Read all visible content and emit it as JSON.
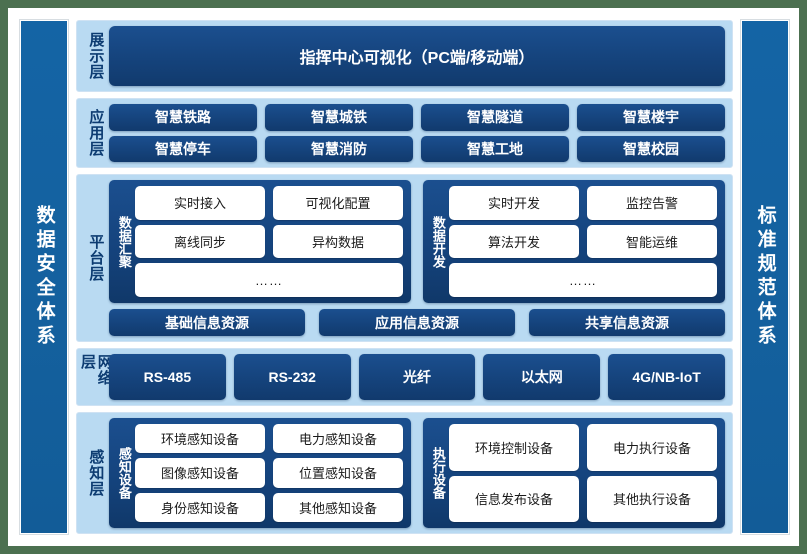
{
  "sidebars": {
    "left": "数据安全体系",
    "right": "标准规范体系"
  },
  "layers": {
    "presentation": {
      "label": "展示层",
      "hero": "指挥中心可视化（PC端/移动端）"
    },
    "application": {
      "label": "应用层",
      "row1": [
        "智慧铁路",
        "智慧城铁",
        "智慧隧道",
        "智慧楼宇"
      ],
      "row2": [
        "智慧停车",
        "智慧消防",
        "智慧工地",
        "智慧校园"
      ]
    },
    "platform": {
      "label": "平台层",
      "groups": [
        {
          "label": "数据汇聚",
          "row1": [
            "实时接入",
            "可视化配置"
          ],
          "row2": [
            "离线同步",
            "异构数据"
          ],
          "row3": "……"
        },
        {
          "label": "数据开发",
          "row1": [
            "实时开发",
            "监控告警"
          ],
          "row2": [
            "算法开发",
            "智能运维"
          ],
          "row3": "……"
        }
      ],
      "resources": [
        "基础信息资源",
        "应用信息资源",
        "共享信息资源"
      ]
    },
    "network": {
      "label": "网络层",
      "items": [
        "RS-485",
        "RS-232",
        "光纤",
        "以太网",
        "4G/NB-IoT"
      ]
    },
    "perception": {
      "label": "感知层",
      "groups": [
        {
          "label": "感知设备",
          "row1": [
            "环境感知设备",
            "电力感知设备"
          ],
          "row2": [
            "图像感知设备",
            "位置感知设备"
          ],
          "row3": [
            "身份感知设备",
            "其他感知设备"
          ]
        },
        {
          "label": "执行设备",
          "row1": [
            "环境控制设备",
            "电力执行设备"
          ],
          "row2": [
            "信息发布设备",
            "其他执行设备"
          ]
        }
      ]
    }
  },
  "colors": {
    "page_background": "#4c7050",
    "frame_background": "#ffffff",
    "sidebar_blue": "#1464a5",
    "layer_panel_blue": "#b9daf2",
    "pill_navy": "#15437c",
    "chip_white": "#ffffff"
  }
}
